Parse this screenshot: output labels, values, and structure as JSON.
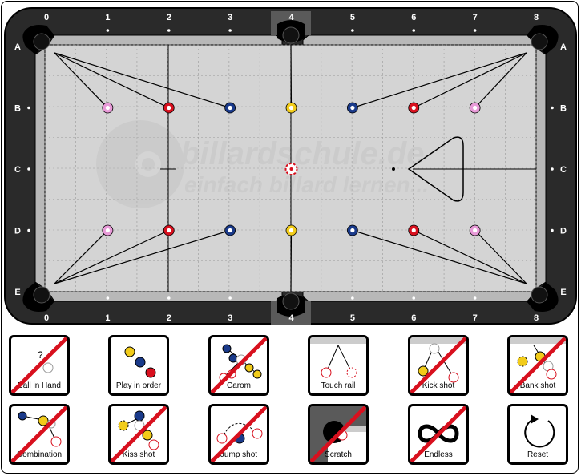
{
  "table": {
    "col_labels": [
      "0",
      "1",
      "2",
      "3",
      "4",
      "5",
      "6",
      "7",
      "8"
    ],
    "row_labels": [
      "A",
      "B",
      "C",
      "D",
      "E"
    ],
    "watermark_line1": "billardschule.de",
    "watermark_line2": "einfach billard lernen...",
    "balls": [
      {
        "col": 1,
        "row": "B",
        "color": "pink"
      },
      {
        "col": 2,
        "row": "B",
        "color": "red"
      },
      {
        "col": 3,
        "row": "B",
        "color": "blue"
      },
      {
        "col": 4,
        "row": "B",
        "color": "yellow"
      },
      {
        "col": 5,
        "row": "B",
        "color": "blue"
      },
      {
        "col": 6,
        "row": "B",
        "color": "red"
      },
      {
        "col": 7,
        "row": "B",
        "color": "pink"
      },
      {
        "col": 1,
        "row": "D",
        "color": "pink"
      },
      {
        "col": 2,
        "row": "D",
        "color": "red"
      },
      {
        "col": 3,
        "row": "D",
        "color": "blue"
      },
      {
        "col": 4,
        "row": "D",
        "color": "yellow"
      },
      {
        "col": 5,
        "row": "D",
        "color": "blue"
      },
      {
        "col": 6,
        "row": "D",
        "color": "red"
      },
      {
        "col": 7,
        "row": "D",
        "color": "pink"
      },
      {
        "col": 4,
        "row": "C",
        "color": "cue"
      }
    ],
    "colors": {
      "pink": "#e89ad8",
      "red": "#d8101e",
      "blue": "#1a3a8a",
      "yellow": "#f2cc1a",
      "cloth": "#d4d4d4",
      "rail": "#2a2a2a"
    }
  },
  "buttons": [
    {
      "label": "Ball in Hand",
      "icon": "ball-in-hand-icon",
      "crossed": true
    },
    {
      "label": "Play in order",
      "icon": "play-in-order-icon",
      "crossed": false
    },
    {
      "label": "Carom",
      "icon": "carom-icon",
      "crossed": true
    },
    {
      "label": "Touch rail",
      "icon": "touch-rail-icon",
      "crossed": false
    },
    {
      "label": "Kick shot",
      "icon": "kick-shot-icon",
      "crossed": true
    },
    {
      "label": "Bank shot",
      "icon": "bank-shot-icon",
      "crossed": true
    },
    {
      "label": "Combination",
      "icon": "combination-icon",
      "crossed": true
    },
    {
      "label": "Kiss shot",
      "icon": "kiss-shot-icon",
      "crossed": true
    },
    {
      "label": "Jump shot",
      "icon": "jump-shot-icon",
      "crossed": true
    },
    {
      "label": "Scratch",
      "icon": "scratch-icon",
      "crossed": true
    },
    {
      "label": "Endless",
      "icon": "infinity-icon",
      "crossed": true
    },
    {
      "label": "Reset",
      "icon": "reset-icon",
      "crossed": false
    }
  ]
}
